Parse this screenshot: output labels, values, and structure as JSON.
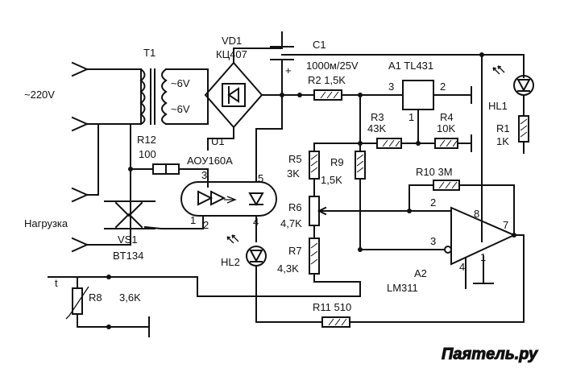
{
  "labels": {
    "mains": "~220V",
    "t1": "T1",
    "t1_sec1": "~6V",
    "t1_sec2": "~6V",
    "vd1": "VD1",
    "vd1_type": "КЦ407",
    "c1": "C1",
    "c1_value": "1000м/25V",
    "a1": "A1  TL431",
    "r2": "R2 1,5K",
    "r3": "R3",
    "r3_value": "43K",
    "r4": "R4",
    "r4_value": "10K",
    "hl1": "HL1",
    "r1": "R1",
    "r1_value": "1K",
    "r12": "R12",
    "r12_value": "100",
    "u1": "U1",
    "u1_type": "АОУ160А",
    "r5": "R5",
    "r5_value": "3K",
    "r9": "R9",
    "r9_value": "1,5K",
    "r10": "R10 3M",
    "r6": "R6",
    "r6_value": "4,7K",
    "r7": "R7",
    "r7_value": "4,3K",
    "load": "Нагрузка",
    "vs1": "VS1",
    "vs1_type": "BT134",
    "hl2": "HL2",
    "a2": "A2",
    "a2_type": "LM311",
    "r8": "R8",
    "r8_value": "3,6K",
    "thermistor_t": "t",
    "r11": "R11 510",
    "plus": "+"
  },
  "pins": {
    "a1_3": "3",
    "a1_2": "2",
    "a1_1": "1",
    "u1_3": "3",
    "u1_5": "5",
    "u1_1": "1",
    "u1_2": "2",
    "u1_4": "4",
    "a2_2": "2",
    "a2_8": "8",
    "a2_3": "3",
    "a2_7": "7",
    "a2_1": "1",
    "a2_4": "4"
  },
  "watermark": "Паяmель.ру"
}
